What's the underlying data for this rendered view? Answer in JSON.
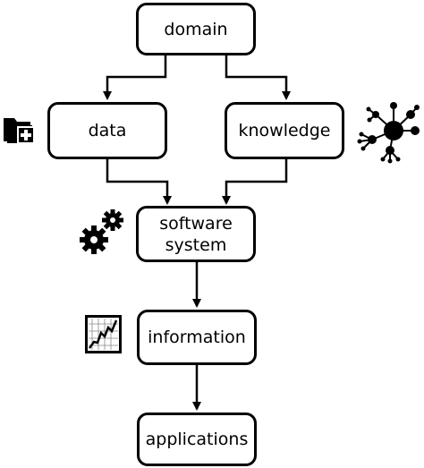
{
  "diagram": {
    "nodes": {
      "domain": "domain",
      "data": "data",
      "knowledge": "knowledge",
      "software_line1": "software",
      "software_line2": "system",
      "information": "information",
      "applications": "applications"
    },
    "icons": {
      "data": "folder-plus-icon",
      "knowledge": "network-graph-icon",
      "software": "gears-icon",
      "information": "line-chart-icon"
    },
    "colors": {
      "stroke": "#000000",
      "fill": "#ffffff"
    }
  }
}
